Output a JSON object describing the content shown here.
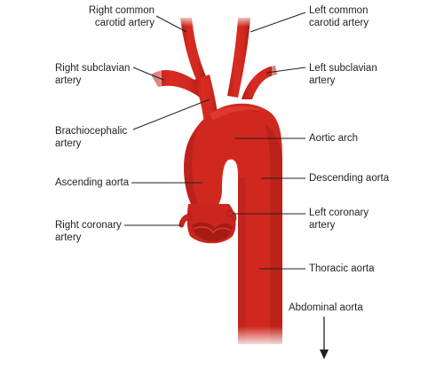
{
  "labels": {
    "right_common_carotid": [
      "Right common",
      "carotid artery"
    ],
    "left_common_carotid": [
      "Left common",
      "carotid artery"
    ],
    "right_subclavian": [
      "Right subclavian",
      "artery"
    ],
    "left_subclavian": [
      "Left subclavian",
      "artery"
    ],
    "brachiocephalic": [
      "Brachiocephalic",
      "artery"
    ],
    "aortic_arch": "Aortic arch",
    "ascending_aorta": "Ascending aorta",
    "descending_aorta": "Descending aorta",
    "right_coronary": [
      "Right coronary",
      "artery"
    ],
    "left_coronary": [
      "Left coronary",
      "artery"
    ],
    "thoracic_aorta": "Thoracic aorta",
    "abdominal_aorta": "Abdominal aorta"
  },
  "colors": {
    "vessel": "#d0281f",
    "vessel_dark": "#9e1a14",
    "vessel_light": "#e7453a",
    "leader": "#231f20"
  }
}
